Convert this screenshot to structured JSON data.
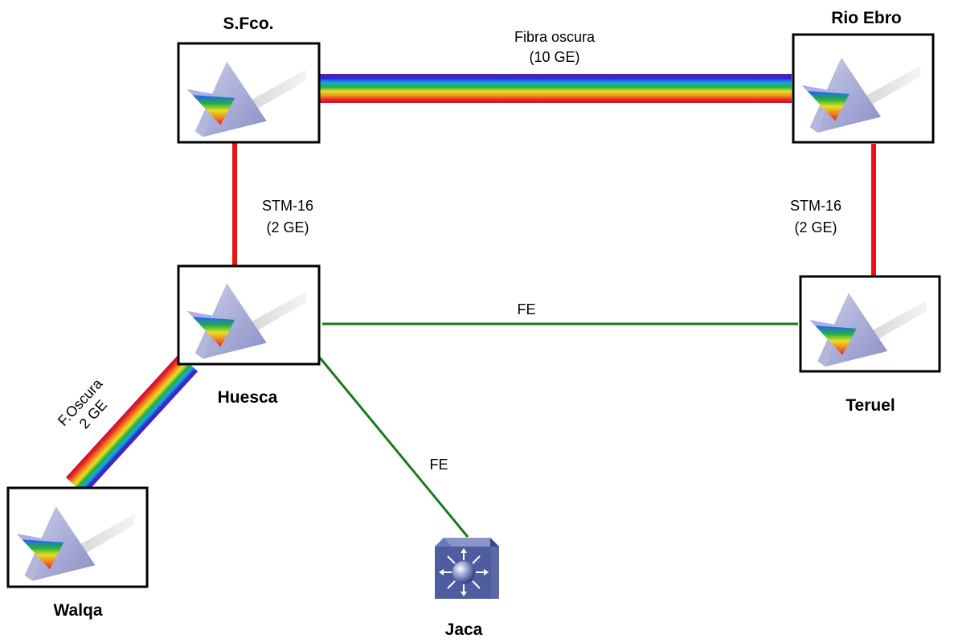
{
  "nodes": {
    "sfco": {
      "label": "S.Fco.",
      "icon": "prism-icon"
    },
    "rioebro": {
      "label": "Rio Ebro",
      "icon": "prism-icon"
    },
    "huesca": {
      "label": "Huesca",
      "icon": "prism-icon"
    },
    "teruel": {
      "label": "Teruel",
      "icon": "prism-icon"
    },
    "walqa": {
      "label": "Walqa",
      "icon": "prism-icon"
    },
    "jaca": {
      "label": "Jaca",
      "icon": "switch-icon"
    }
  },
  "links": {
    "sfco_rioebro": {
      "line1": "Fibra oscura",
      "line2": "(10 GE)",
      "style": "rainbow"
    },
    "sfco_huesca": {
      "line1": "STM-16",
      "line2": "(2 GE)",
      "color": "#ee1111"
    },
    "rioebro_teruel": {
      "line1": "STM-16",
      "line2": "(2 GE)",
      "color": "#ee1111"
    },
    "huesca_teruel": {
      "line1": "FE",
      "color": "#1a7a1a"
    },
    "huesca_jaca": {
      "line1": "FE",
      "color": "#1a7a1a"
    },
    "huesca_walqa": {
      "line1": "F.Oscura",
      "line2": "2 GE",
      "style": "rainbow"
    }
  }
}
